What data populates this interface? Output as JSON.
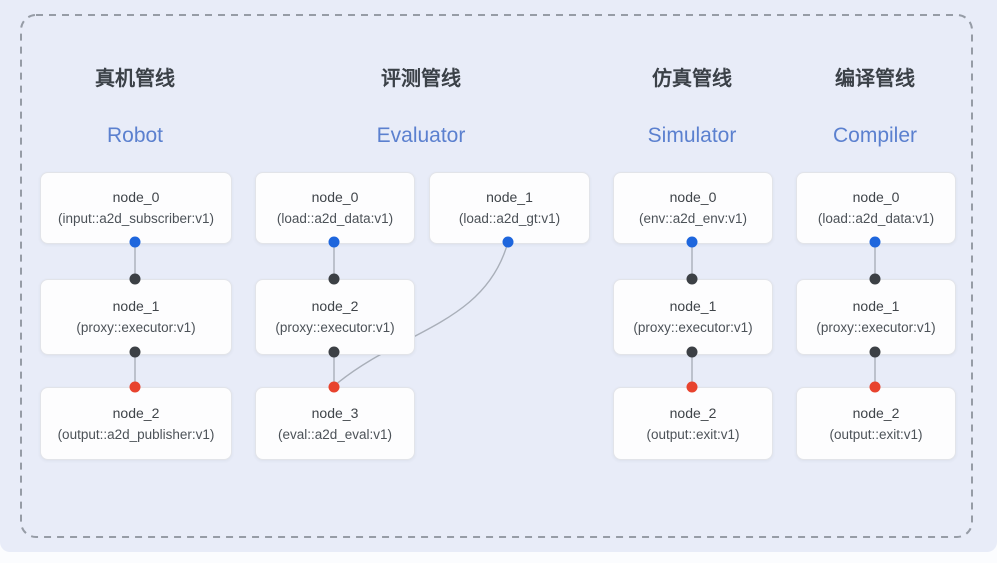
{
  "figure": {
    "background": "#e8ecf8",
    "frame_border_color": "#969ca6"
  },
  "colors": {
    "blue_port": "#1e66dd",
    "black_port": "#3c4045",
    "red_port": "#e8432e",
    "wire": "#a9afb9",
    "header_zh": "#3b4148",
    "header_en": "#5b80cf"
  },
  "pipelines": [
    {
      "title_zh": "真机管线",
      "title_en": "Robot",
      "nodes": [
        {
          "name": "node_0",
          "impl": "(input::a2d_subscriber:v1)"
        },
        {
          "name": "node_1",
          "impl": "(proxy::executor:v1)"
        },
        {
          "name": "node_2",
          "impl": "(output::a2d_publisher:v1)"
        }
      ]
    },
    {
      "title_zh": "评测管线",
      "title_en": "Evaluator",
      "nodes": [
        {
          "name": "node_0",
          "impl": "(load::a2d_data:v1)"
        },
        {
          "name": "node_1",
          "impl": "(load::a2d_gt:v1)"
        },
        {
          "name": "node_2",
          "impl": "(proxy::executor:v1)"
        },
        {
          "name": "node_3",
          "impl": "(eval::a2d_eval:v1)"
        }
      ]
    },
    {
      "title_zh": "仿真管线",
      "title_en": "Simulator",
      "nodes": [
        {
          "name": "node_0",
          "impl": "(env::a2d_env:v1)"
        },
        {
          "name": "node_1",
          "impl": "(proxy::executor:v1)"
        },
        {
          "name": "node_2",
          "impl": "(output::exit:v1)"
        }
      ]
    },
    {
      "title_zh": "编译管线",
      "title_en": "Compiler",
      "nodes": [
        {
          "name": "node_0",
          "impl": "(load::a2d_data:v1)"
        },
        {
          "name": "node_1",
          "impl": "(proxy::executor:v1)"
        },
        {
          "name": "node_2",
          "impl": "(output::exit:v1)"
        }
      ]
    }
  ]
}
